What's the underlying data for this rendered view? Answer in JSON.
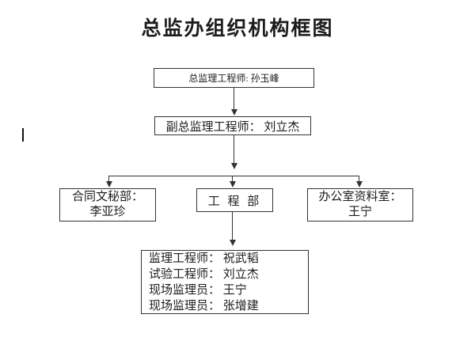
{
  "page": {
    "title": "总监办组织机构框图"
  },
  "org_chart": {
    "top_box": {
      "label": "总监理工程师: 孙玉峰",
      "role": "总监理工程师",
      "name": "孙玉峰"
    },
    "deputy_box": {
      "label": "副总监理工程师： 刘立杰",
      "role": "副总监理工程师",
      "name": "刘立杰"
    },
    "dept_boxes": [
      {
        "lines": [
          "合同文秘部：",
          "李亚珍"
        ]
      },
      {
        "lines": [
          "工 程 部"
        ]
      },
      {
        "lines": [
          "办公室资料室：",
          "王宁"
        ]
      }
    ],
    "staff_box": {
      "lines": [
        "监理工程师： 祝武韬",
        "试验工程师： 刘立杰",
        "现场监理员： 王宁",
        "现场监理员： 张增建"
      ]
    }
  },
  "colors": {
    "line": "#333333",
    "text": "#1c1c1c",
    "background": "#ffffff"
  }
}
